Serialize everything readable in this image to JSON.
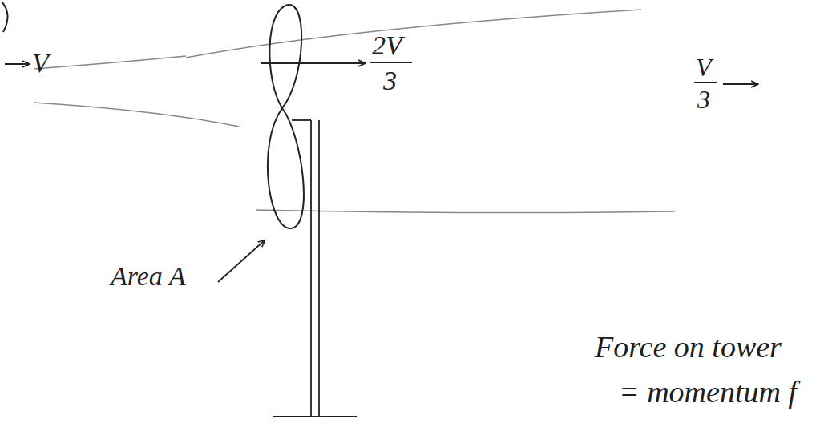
{
  "diagram": {
    "labels": [
      "V",
      "2V",
      "3",
      "V",
      "3",
      "Area A",
      "Force on tower",
      "= momentum f"
    ]
  }
}
